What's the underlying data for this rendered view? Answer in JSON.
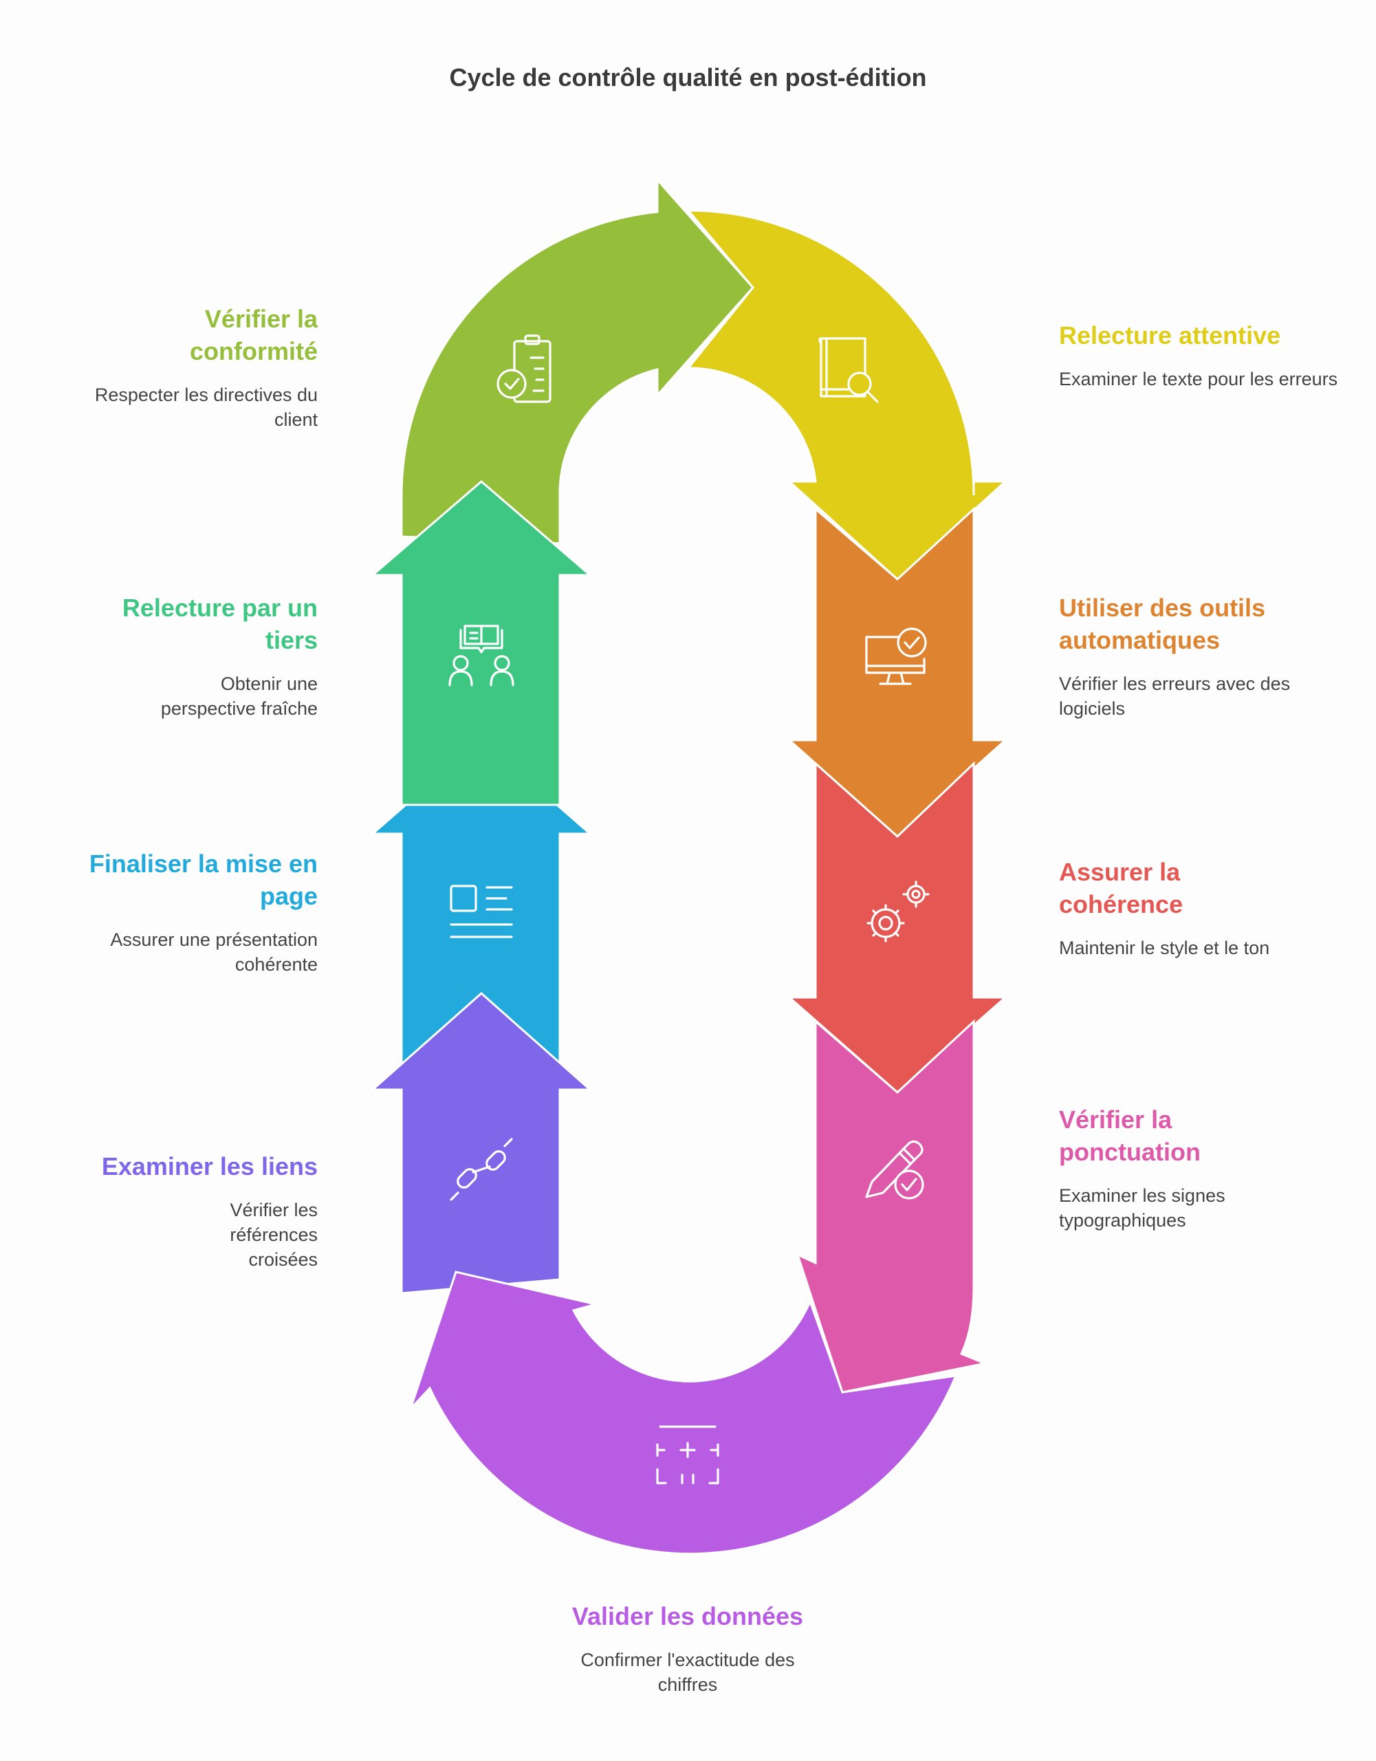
{
  "title": "Cycle de contrôle qualité en post-édition",
  "steps": [
    {
      "id": "relecture-attentive",
      "title": "Relecture attentive",
      "description": "Examiner le texte pour les erreurs",
      "color": "#DFCD17",
      "icon": "book-search-icon"
    },
    {
      "id": "outils-automatiques",
      "title": "Utiliser des outils automatiques",
      "description": "Vérifier les erreurs avec des logiciels",
      "color": "#DE8430",
      "icon": "monitor-check-icon"
    },
    {
      "id": "coherence",
      "title": "Assurer la cohérence",
      "description": "Maintenir le style et le ton",
      "color": "#E55752",
      "icon": "gears-icon"
    },
    {
      "id": "ponctuation",
      "title": "Vérifier la ponctuation",
      "description": "Examiner les signes typographiques",
      "color": "#DE59AA",
      "icon": "pencil-check-icon"
    },
    {
      "id": "donnees",
      "title": "Valider les données",
      "description": "Confirmer l'exactitude des chiffres",
      "color": "#B85DE3",
      "icon": "grid-plus-icon"
    },
    {
      "id": "liens",
      "title": "Examiner les liens",
      "description": "Vérifier les références croisées",
      "color": "#7E67E8",
      "icon": "link-icon"
    },
    {
      "id": "mise-en-page",
      "title": "Finaliser la mise en page",
      "description": "Assurer une présentation cohérente",
      "color": "#21AADB",
      "icon": "layout-icon"
    },
    {
      "id": "tiers",
      "title": "Relecture par un tiers",
      "description": "Obtenir une perspective fraîche",
      "color": "#3EC683",
      "icon": "two-people-book-icon"
    },
    {
      "id": "conformite",
      "title": "Vérifier la conformité",
      "description": "Respecter les directives du client",
      "color": "#95BE3A",
      "icon": "clipboard-check-icon"
    }
  ]
}
